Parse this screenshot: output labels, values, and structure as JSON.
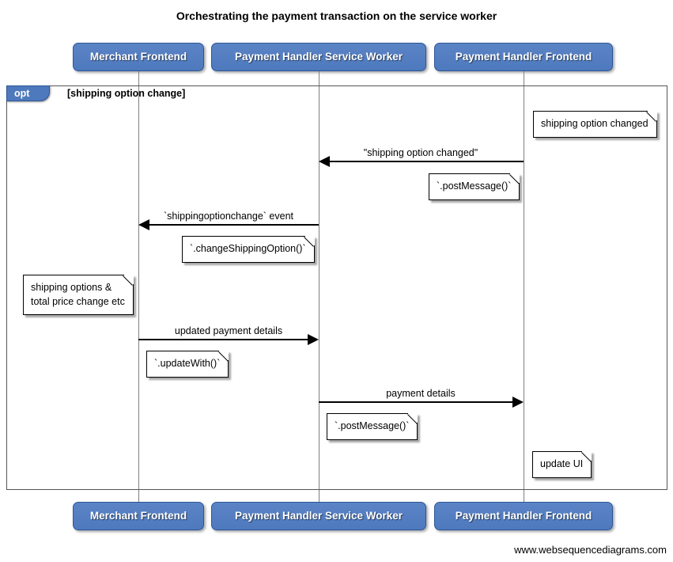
{
  "title": "Orchestrating the payment transaction on the service worker",
  "actors": [
    {
      "label": "Merchant Frontend"
    },
    {
      "label": "Payment Handler Service Worker"
    },
    {
      "label": "Payment Handler Frontend"
    }
  ],
  "frame": {
    "operator": "opt",
    "guard": "[shipping option change]"
  },
  "messages": [
    {
      "label": "\"shipping option changed\"",
      "from": "Payment Handler Frontend",
      "to": "Payment Handler Service Worker",
      "direction": "left"
    },
    {
      "label": "`shippingoptionchange` event",
      "from": "Payment Handler Service Worker",
      "to": "Merchant Frontend",
      "direction": "left"
    },
    {
      "label": "updated payment details",
      "from": "Merchant Frontend",
      "to": "Payment Handler Service Worker",
      "direction": "right"
    },
    {
      "label": "payment details",
      "from": "Payment Handler Service Worker",
      "to": "Payment Handler Frontend",
      "direction": "right"
    }
  ],
  "notes": [
    {
      "text": "shipping option changed"
    },
    {
      "text": "`.postMessage()`"
    },
    {
      "text": "`.changeShippingOption()`"
    },
    {
      "text": "shipping options &\ntotal price change etc"
    },
    {
      "text": "`.updateWith()`"
    },
    {
      "text": "`.postMessage()`"
    },
    {
      "text": "update UI"
    }
  ],
  "footer": "www.websequencediagrams.com",
  "colors": {
    "actor_fill": "#4e79bd",
    "actor_fill_light": "#5b84c6",
    "actor_border": "#2c5697",
    "lifeline": "#7f7f7f",
    "frame_border": "#555555",
    "note_fill": "#ffffff",
    "arrow": "#000000"
  }
}
